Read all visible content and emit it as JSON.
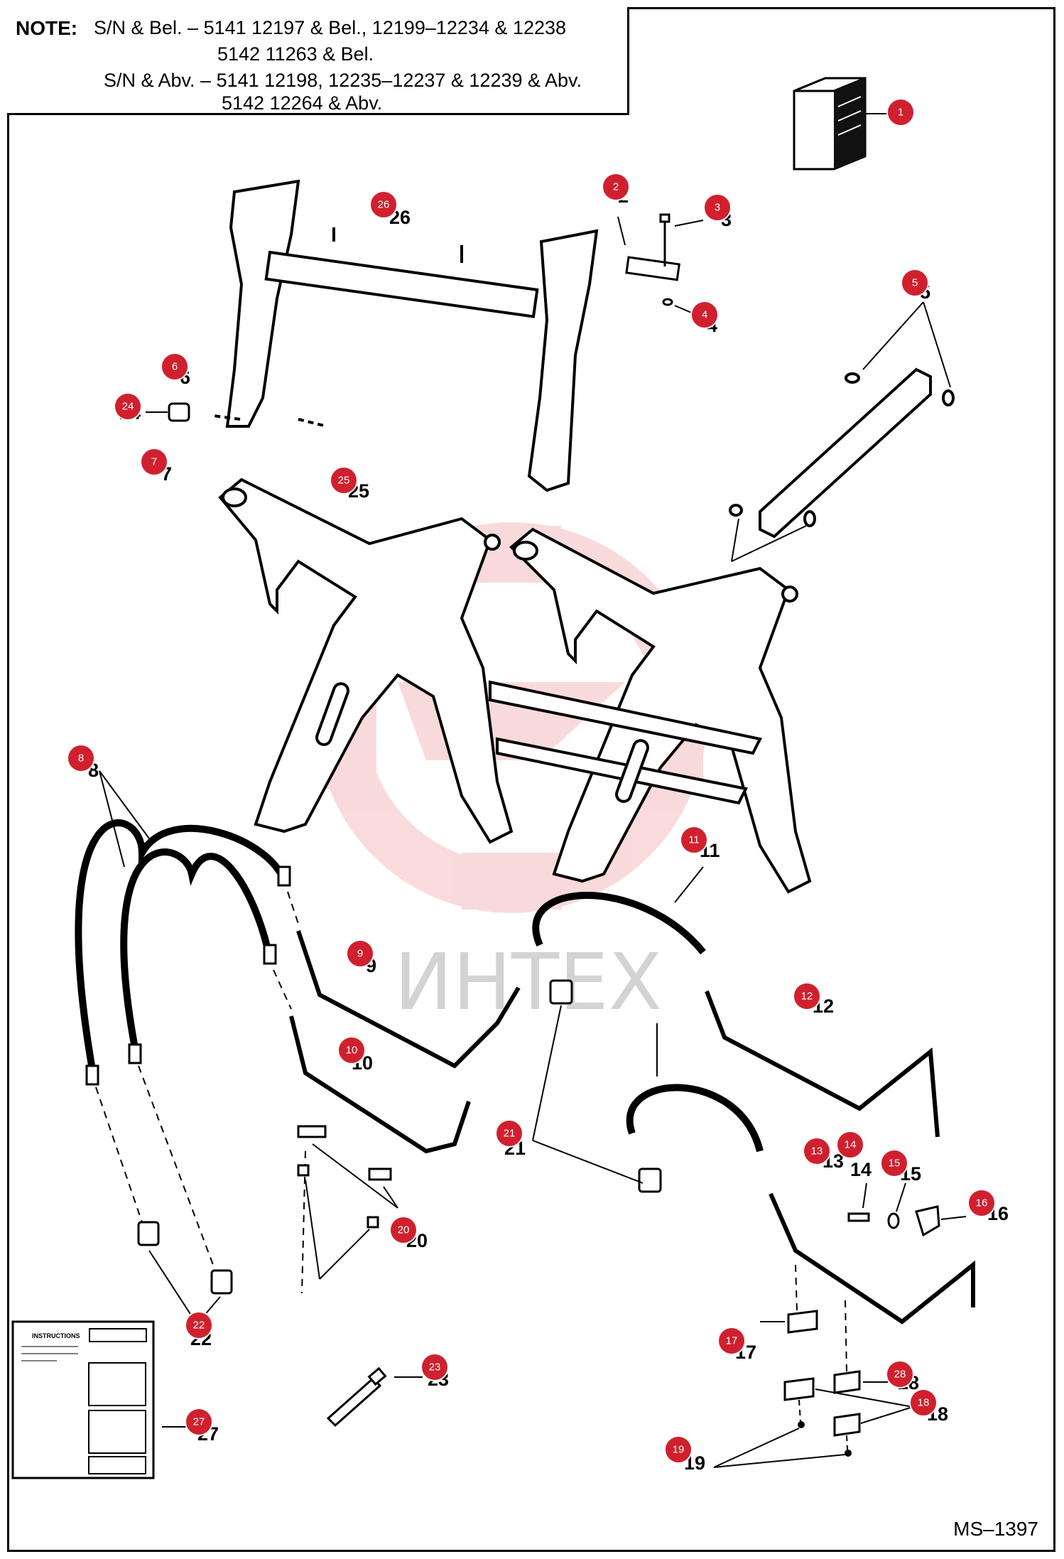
{
  "note": {
    "label": "NOTE:",
    "lines": [
      "S/N & Bel. – 5141 12197 & Bel., 12199–12234 & 12238",
      "5142 11263 & Bel.",
      "S/N & Abv. – 5141 12198, 12235–12237 & 12239 & Abv.",
      "5142 12264 & Abv."
    ]
  },
  "drawing_code": "MS–1397",
  "watermark": "ИНТЕХ",
  "instruction_sheet_title": "INSTRUCTIONS",
  "colors": {
    "callout": "#d0202e",
    "ink": "#000000",
    "watermark": "#f08080"
  },
  "parts": [
    {
      "number": "1",
      "printed": "1"
    },
    {
      "number": "2",
      "printed": "2"
    },
    {
      "number": "3",
      "printed": "3"
    },
    {
      "number": "4",
      "printed": "4"
    },
    {
      "number": "5",
      "printed": "5"
    },
    {
      "number": "6",
      "printed": "6"
    },
    {
      "number": "7",
      "printed": "7"
    },
    {
      "number": "8",
      "printed": "8"
    },
    {
      "number": "9",
      "printed": "9"
    },
    {
      "number": "10",
      "printed": "10"
    },
    {
      "number": "11",
      "printed": "11"
    },
    {
      "number": "12",
      "printed": "12"
    },
    {
      "number": "13",
      "printed": "13"
    },
    {
      "number": "14",
      "printed": "14"
    },
    {
      "number": "15",
      "printed": "15"
    },
    {
      "number": "16",
      "printed": "16"
    },
    {
      "number": "17",
      "printed": "17"
    },
    {
      "number": "18",
      "printed": "18"
    },
    {
      "number": "19",
      "printed": "19"
    },
    {
      "number": "20",
      "printed": "20"
    },
    {
      "number": "21",
      "printed": "21"
    },
    {
      "number": "22",
      "printed": "22"
    },
    {
      "number": "23",
      "printed": "23"
    },
    {
      "number": "24",
      "printed": "24"
    },
    {
      "number": "25",
      "printed": "25"
    },
    {
      "number": "26",
      "printed": "26"
    },
    {
      "number": "27",
      "printed": "27"
    },
    {
      "number": "28",
      "printed": "28"
    }
  ]
}
